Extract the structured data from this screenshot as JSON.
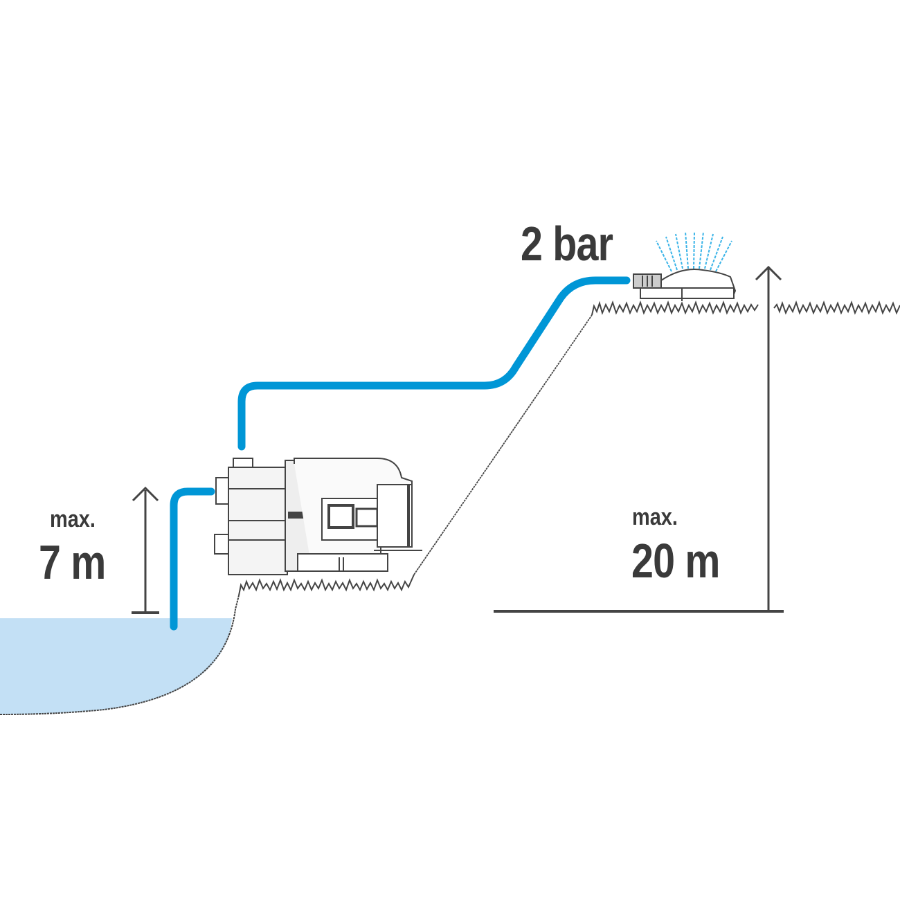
{
  "diagram": {
    "title": "Garden pump installation: suction and delivery heights",
    "suction_height": {
      "prefix": "max.",
      "value": "7 m"
    },
    "delivery_height": {
      "prefix": "max.",
      "value": "20 m"
    },
    "pressure": {
      "value": "2 bar"
    },
    "components": [
      "water-source",
      "suction-hose",
      "pump",
      "delivery-hose",
      "sprinkler"
    ],
    "colors": {
      "hose": "#0096d6",
      "water": "#c3e0f5",
      "ink": "#3a3a3a",
      "spray": "#3ab4e8"
    }
  }
}
